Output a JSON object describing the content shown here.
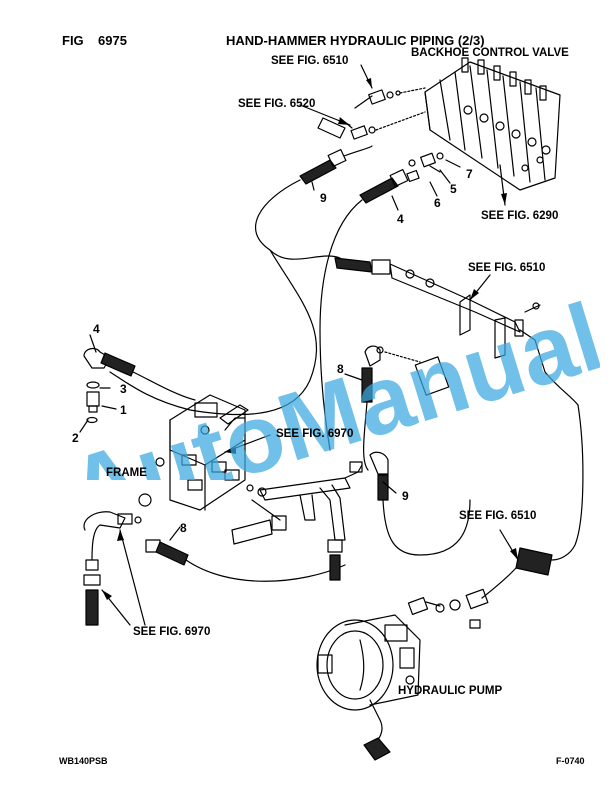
{
  "header": {
    "fig_label": "FIG",
    "fig_number": "6975",
    "title": "HAND-HAMMER HYDRAULIC PIPING (2/3)"
  },
  "labels": {
    "backhoe_control_valve": "BACKHOE CONTROL VALVE",
    "see_6510_top": "SEE FIG. 6510",
    "see_6520": "SEE FIG. 6520",
    "see_6290": "SEE FIG. 6290",
    "see_6510_mid": "SEE FIG. 6510",
    "see_6970_center": "SEE FIG. 6970",
    "frame": "FRAME",
    "see_6510_lower": "SEE FIG. 6510",
    "see_6970_bottom": "SEE FIG. 6970",
    "hydraulic_pump": "HYDRAULIC PUMP"
  },
  "callouts": {
    "n9_top": "9",
    "n4_top": "4",
    "n6": "6",
    "n5": "5",
    "n7": "7",
    "n4_left": "4",
    "n3": "3",
    "n1": "1",
    "n2": "2",
    "n8_mid": "8",
    "n9_mid": "9",
    "n8_low": "8"
  },
  "watermark": {
    "text": "AutoManual",
    "color": "#3aa8e0"
  },
  "footer": {
    "left": "WB140PSB",
    "right": "F-0740"
  }
}
